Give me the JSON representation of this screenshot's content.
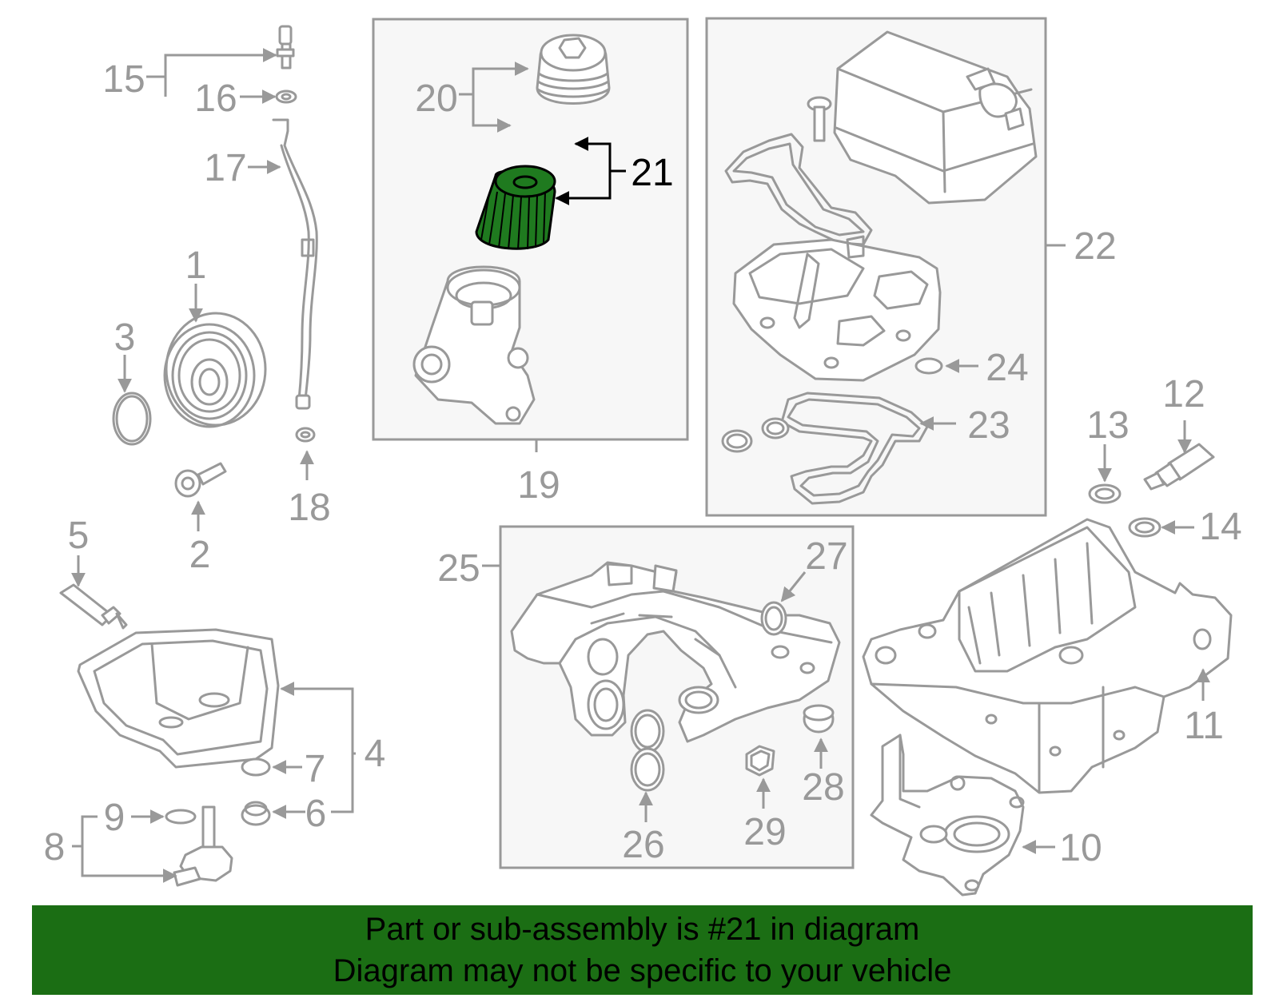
{
  "colors": {
    "line": "#999999",
    "highlight": "#000000",
    "filter_fill": "#1f7a1f",
    "banner_bg": "#1b6e14",
    "banner_text": "#000000",
    "group_box_fill": "#f7f7f7"
  },
  "callouts": {
    "c1": "1",
    "c2": "2",
    "c3": "3",
    "c4": "4",
    "c5": "5",
    "c6": "6",
    "c7": "7",
    "c8": "8",
    "c9": "9",
    "c10": "10",
    "c11": "11",
    "c12": "12",
    "c13": "13",
    "c14": "14",
    "c15": "15",
    "c16": "16",
    "c17": "17",
    "c18": "18",
    "c19": "19",
    "c20": "20",
    "c21": "21",
    "c22": "22",
    "c23": "23",
    "c24": "24",
    "c25": "25",
    "c26": "26",
    "c27": "27",
    "c28": "28",
    "c29": "29"
  },
  "highlighted_part": "21",
  "banner": {
    "line1": "Part or sub-assembly is #21 in diagram",
    "line2": "Diagram may not be specific to your vehicle"
  }
}
